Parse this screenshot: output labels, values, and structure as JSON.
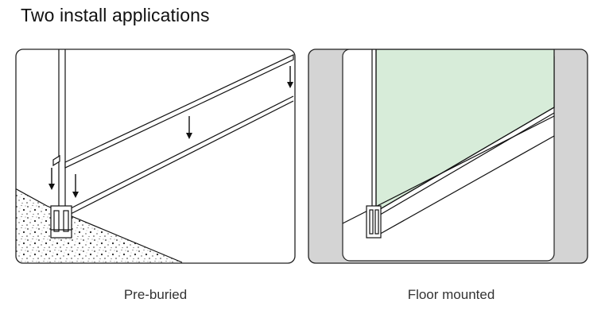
{
  "heading": "Two install applications",
  "applications": [
    {
      "caption": "Pre-buried",
      "icon": "pre-buried-diagram"
    },
    {
      "caption": "Floor mounted",
      "icon": "floor-mounted-diagram"
    }
  ],
  "colors": {
    "line": "#111111",
    "wall_gray": "#d4d4d4",
    "glass_green": "#d7ecd9",
    "border": "#222222"
  }
}
